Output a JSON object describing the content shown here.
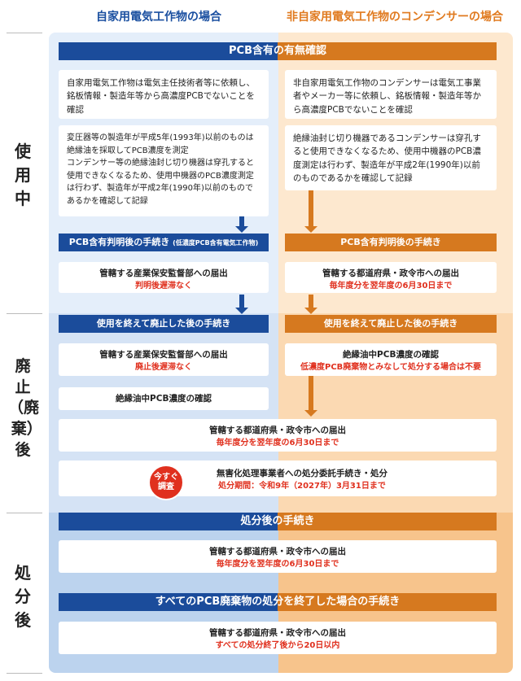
{
  "columns": {
    "own": "自家用電気工作物の場合",
    "other": "非自家用電気工作物のコンデンサーの場合"
  },
  "phases": {
    "in_use": "使用中",
    "disposal_paren": "廃止（廃棄）後",
    "after": "処分後"
  },
  "bars": {
    "check": "PCB含有の有無確認",
    "own_procedure": "PCB含有判明後の手続き",
    "own_procedure_note": "(低濃度PCB含有電気工作物)",
    "other_procedure": "PCB含有判明後の手続き",
    "own_abolish": "使用を終えて廃止した後の手続き",
    "other_abolish": "使用を終えて廃止した後の手続き",
    "after_disposal": "処分後の手続き",
    "all_done": "すべてのPCB廃棄物の処分を終了した場合の手続き"
  },
  "boxes": {
    "own_1": "自家用電気工作物は電気主任技術者等に依頼し、銘板情報・製造年等から高濃度PCBでないことを確認",
    "own_2": "変圧器等の製造年が平成5年(1993年)以前のものは絶縁油を採取してPCB濃度を測定\nコンデンサー等の絶縁油封じ切り機器は穿孔すると使用できなくなるため、使用中機器のPCB濃度測定は行わず、製造年が平成2年(1990年)以前のものであるかを確認して記録",
    "other_1": "非自家用電気工作物のコンデンサーは電気工事業者やメーカー等に依頼し、銘板情報・製造年等から高濃度PCBでないことを確認",
    "other_2": "絶縁油封じ切り機器であるコンデンサーは穿孔すると使用できなくなるため、使用中機器のPCB濃度測定は行わず、製造年が平成2年(1990年)以前のものであるかを確認して記録",
    "own_notice": "管轄する産業保安監督部への届出",
    "own_notice_red": "判明後遅滞なく",
    "other_notice": "管轄する都道府県・政令市への届出",
    "other_notice_red": "毎年度分を翌年度の6月30日まで",
    "own_abolish_notice": "管轄する産業保安監督部への届出",
    "own_abolish_red": "廃止後遅滞なく",
    "own_oil_check": "絶縁油中PCB濃度の確認",
    "other_oil_check": "絶縁油中PCB濃度の確認",
    "other_oil_red": "低濃度PCB廃棄物とみなして処分する場合は不要",
    "joint_notice": "管轄する都道府県・政令市への届出",
    "joint_notice_red": "毎年度分を翌年度の6月30日まで",
    "contract": "無害化処理事業者への処分委託手続き・処分",
    "contract_red": "処分期間：令和9年（2027年）3月31日まで",
    "after_notice": "管轄する都道府県・政令市への届出",
    "after_notice_red": "毎年度分を翌年度の6月30日まで",
    "final_notice": "管轄する都道府県・政令市への届出",
    "final_notice_red": "すべての処分終了後から20日以内"
  },
  "badge": {
    "line1": "今すぐ",
    "line2": "調査"
  },
  "colors": {
    "blue": "#1b4c9b",
    "orange": "#d6791f",
    "red": "#e0301e"
  }
}
